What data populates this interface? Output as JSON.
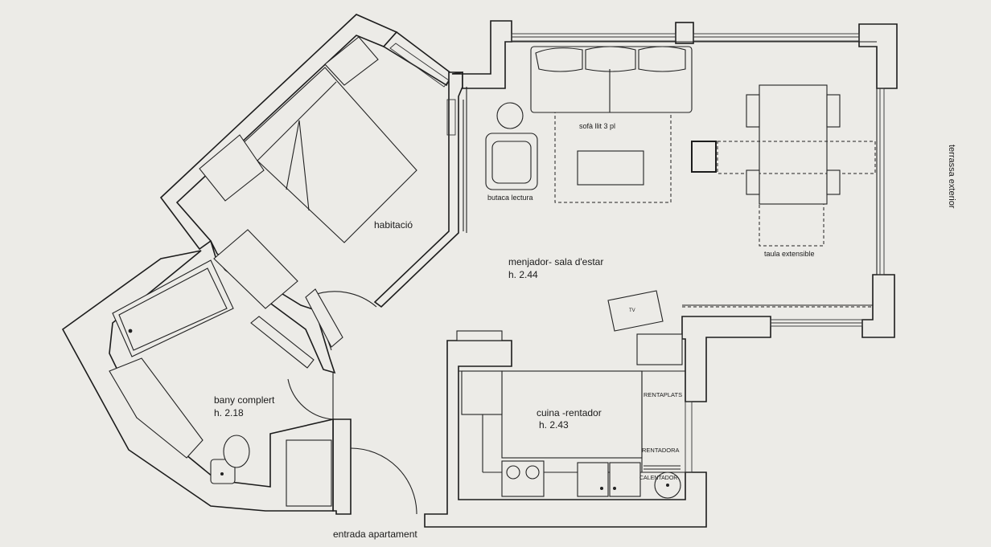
{
  "rooms": {
    "bedroom": {
      "name": "habitació"
    },
    "living": {
      "name": "menjador- sala d'estar",
      "height": "h. 2.44"
    },
    "bathroom": {
      "name": "bany complert",
      "height": "h. 2.18"
    },
    "kitchen": {
      "name": "cuina -rentador",
      "height": "h. 2.43"
    }
  },
  "furniture_labels": {
    "sofa": "sofà llit 3 pl",
    "armchair": "butaca lectura",
    "table": "taula extensible",
    "tv": "TV",
    "dishwasher": "RENTAPLATS",
    "washer": "RENTADORA",
    "heater": "CALENTADOR"
  },
  "labels": {
    "entrance": "entrada apartament",
    "terrace": "terrassa exterior"
  }
}
